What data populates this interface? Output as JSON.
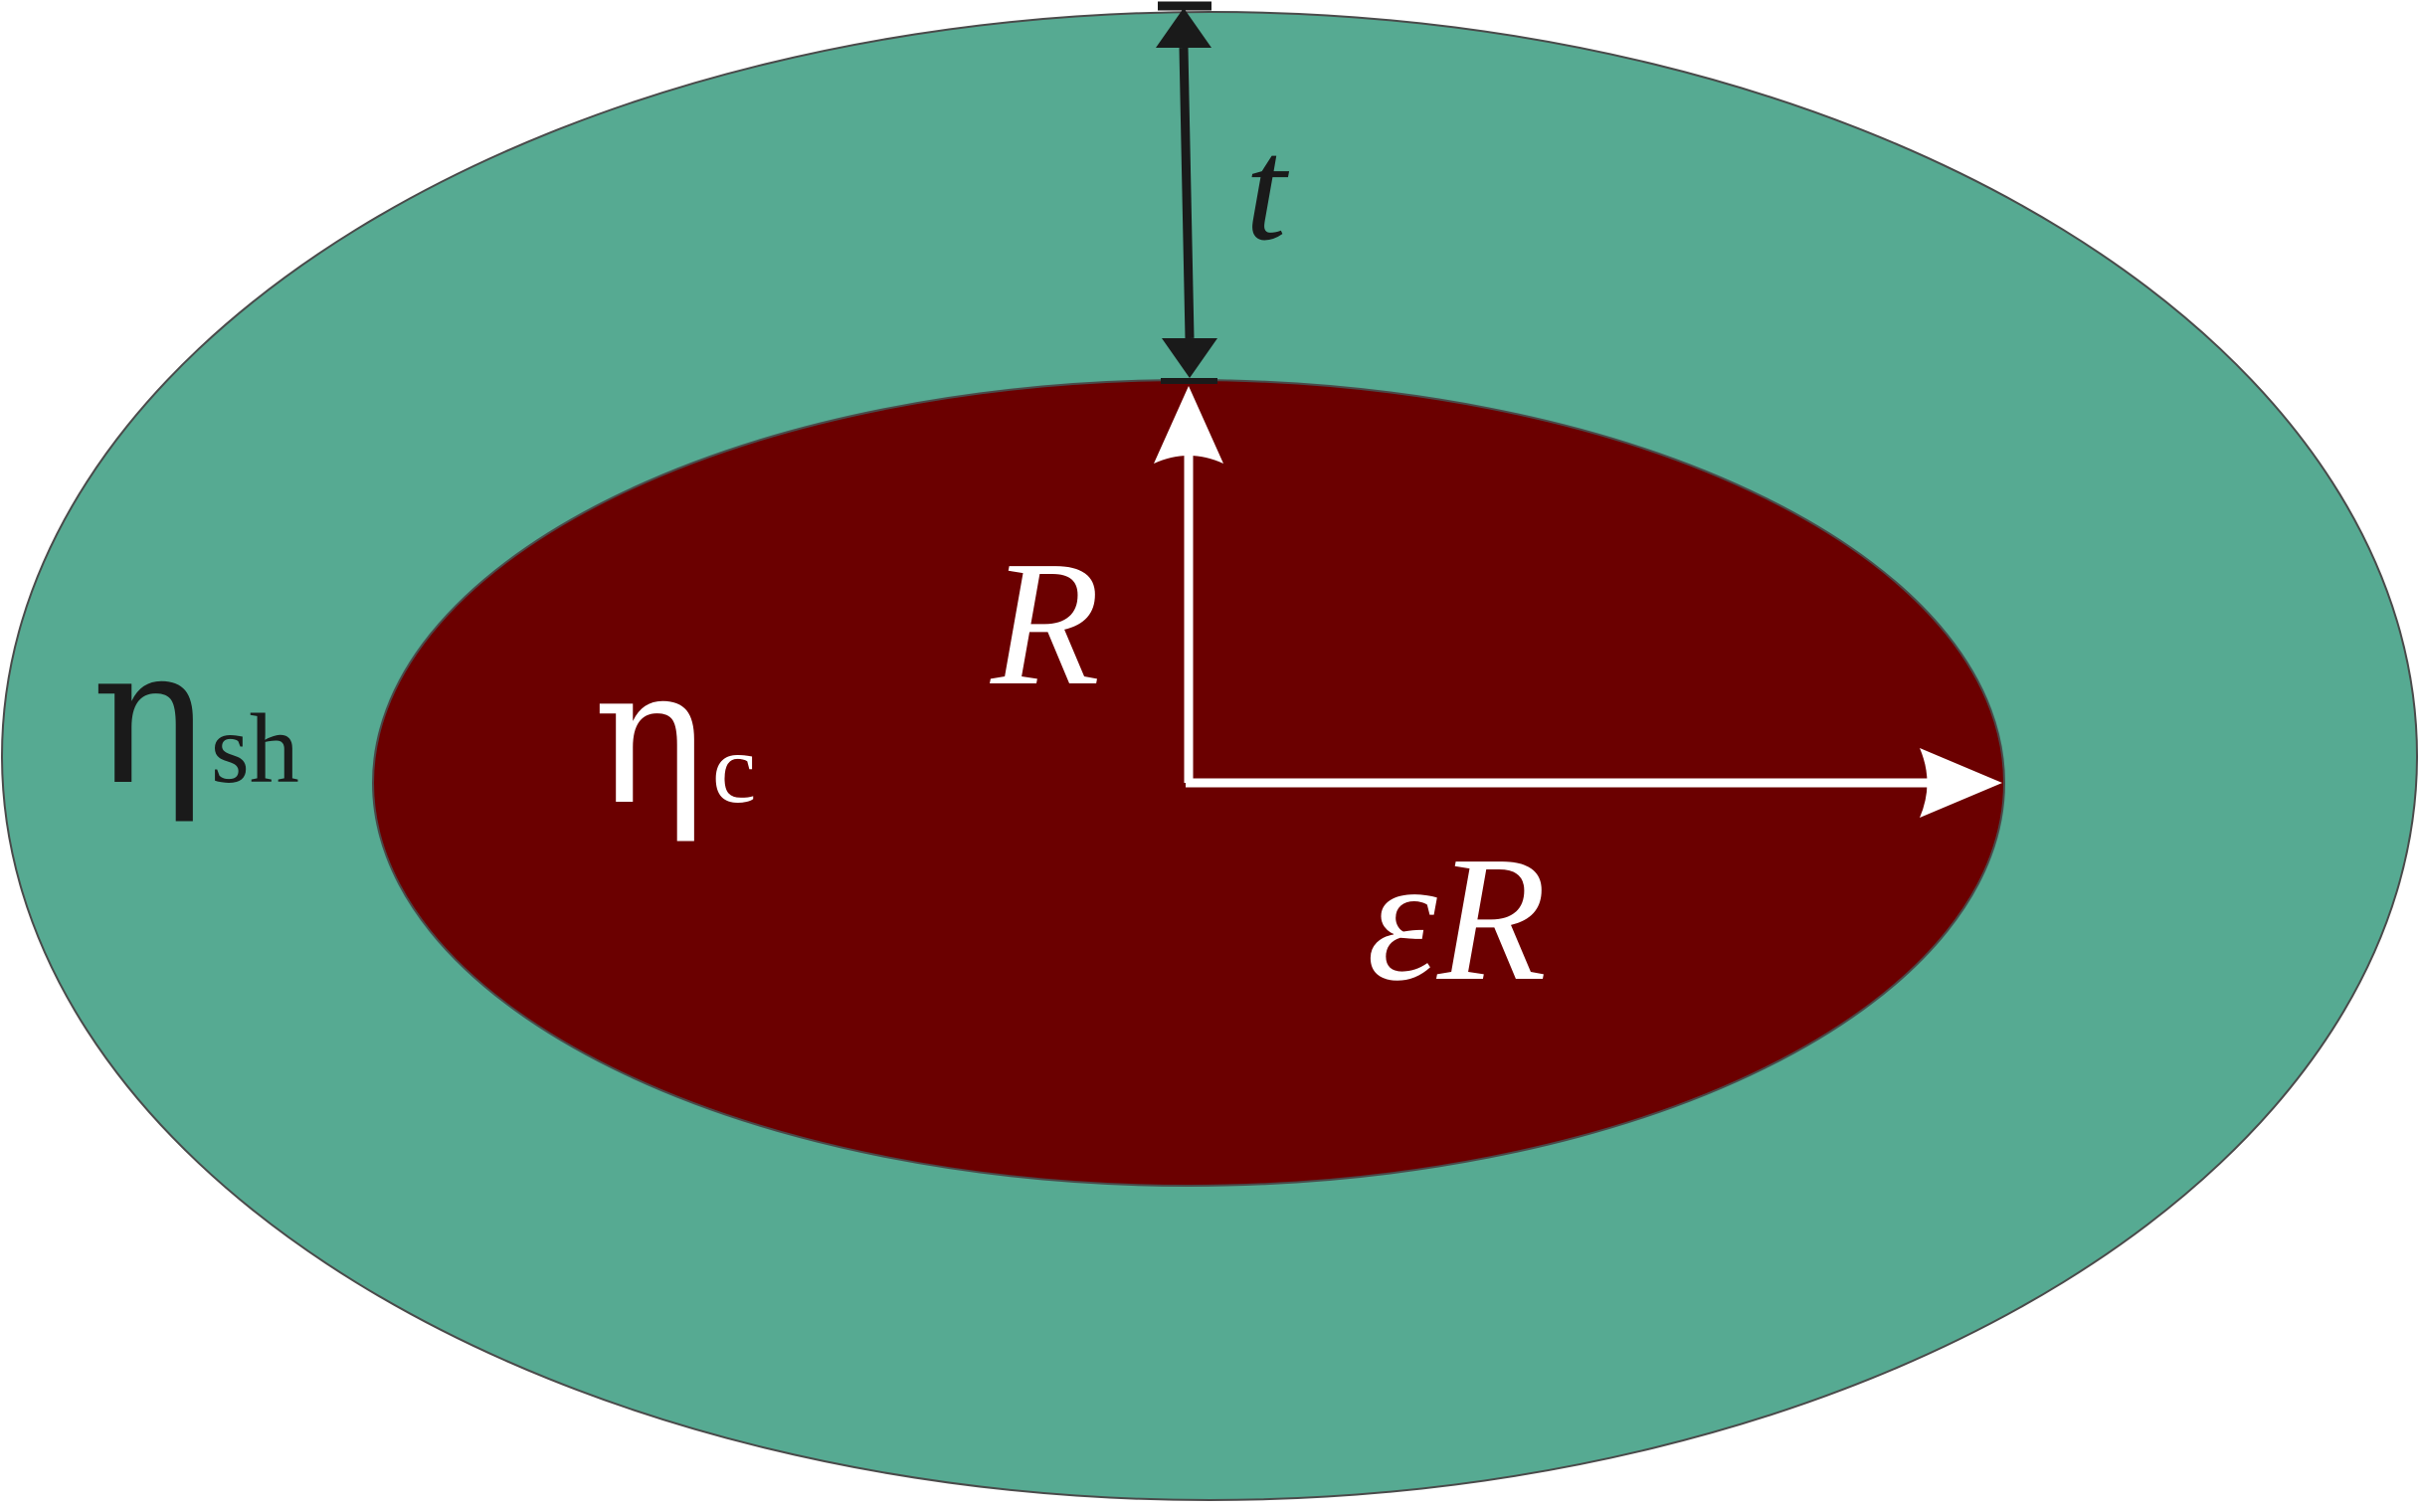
{
  "colors": {
    "shell": "#56aa92",
    "core": "#6b0000",
    "outline": "#4a4a4a",
    "dark_arrow": "#1a1a1a",
    "light_arrow": "#ffffff"
  },
  "labels": {
    "thickness": "t",
    "radius": "R",
    "semi_axis_epsilon": "ε",
    "semi_axis_r": "R",
    "eta_shell_symbol": "η",
    "eta_shell_sub": "sh",
    "eta_core_symbol": "η",
    "eta_core_sub": "c"
  }
}
